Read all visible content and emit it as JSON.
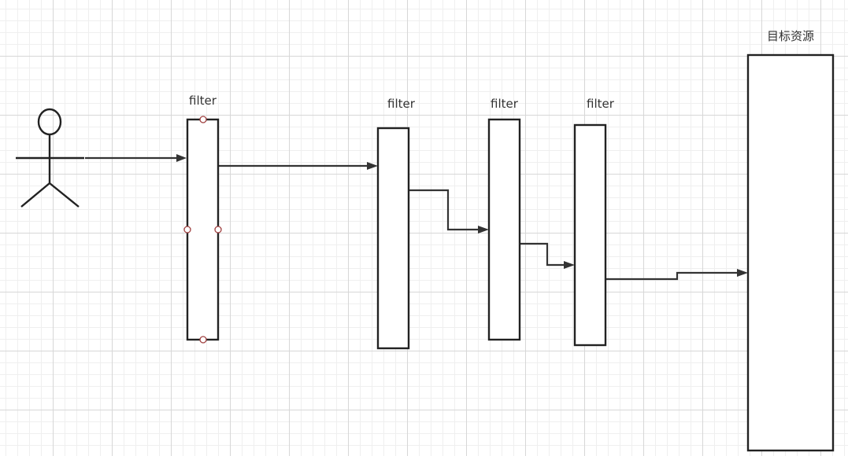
{
  "diagram": {
    "filter_label_1": "filter",
    "filter_label_2": "filter",
    "filter_label_3": "filter",
    "filter_label_4": "filter",
    "target_label": "目标资源"
  },
  "colors": {
    "stroke": "#222222",
    "edge": "#333333",
    "grid_major": "#d7d7d7",
    "grid_minor": "#efefef",
    "selection_handle": "#a04040"
  }
}
